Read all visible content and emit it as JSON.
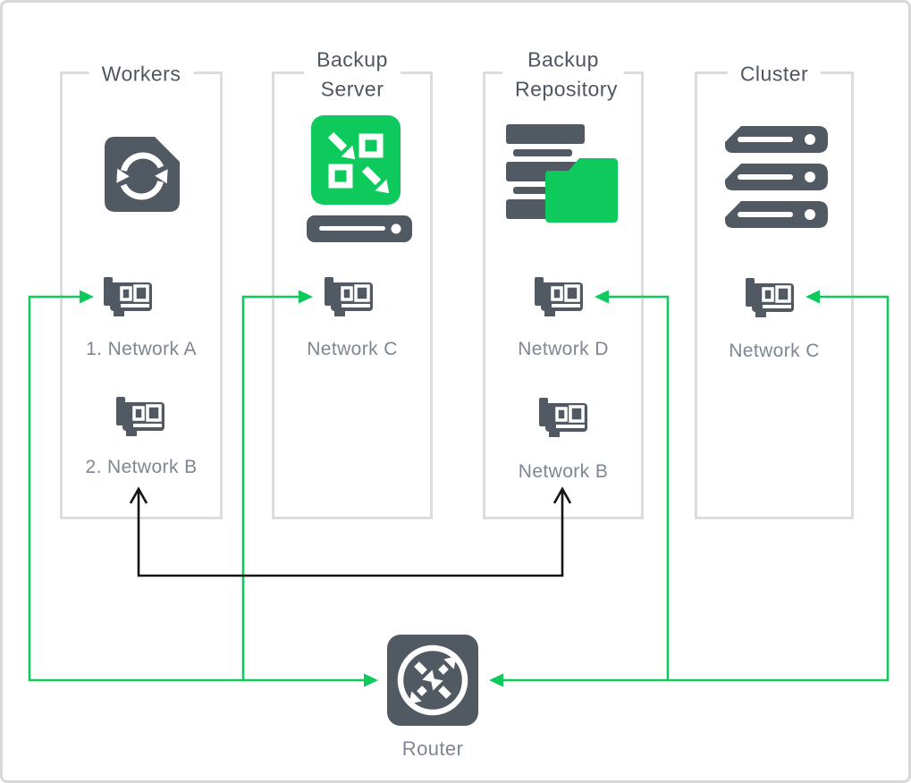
{
  "diagram": {
    "panels": [
      {
        "title": "Workers",
        "icon": "worker-sync-icon",
        "nics": [
          {
            "label": "1. Network A"
          },
          {
            "label": "2. Network B"
          }
        ]
      },
      {
        "title": "Backup Server",
        "icon": "backup-server-icon",
        "nics": [
          {
            "label": "Network C"
          }
        ]
      },
      {
        "title": "Backup Repository",
        "icon": "backup-repository-icon",
        "nics": [
          {
            "label": "Network D"
          },
          {
            "label": "Network B"
          }
        ]
      },
      {
        "title": "Cluster",
        "icon": "cluster-icon",
        "nics": [
          {
            "label": "Network C"
          }
        ]
      }
    ],
    "router": {
      "label": "Router",
      "icon": "router-icon"
    },
    "connections": [
      {
        "from": "workers-nic-network-a",
        "to": "router",
        "color": "green",
        "style": "arrow-both-ends"
      },
      {
        "from": "backup-server-nic-network-c",
        "to": "router",
        "color": "green",
        "style": "arrow-both-ends"
      },
      {
        "from": "backup-repository-nic-network-d",
        "to": "router",
        "color": "green",
        "style": "arrow-both-ends"
      },
      {
        "from": "cluster-nic-network-c",
        "to": "router",
        "color": "green",
        "style": "arrow-both-ends"
      },
      {
        "from": "workers-nic-network-b",
        "to": "backup-repository-nic-network-b",
        "color": "black",
        "style": "arrow-both-ends"
      }
    ],
    "colors": {
      "green": "#0ec95b",
      "dark": "#515a63",
      "title_text": "#4e5661",
      "label_text": "#7d8691",
      "panel_border": "#dcdcdc",
      "outer_border": "#d8d8d8",
      "connector_black": "#141414"
    }
  }
}
